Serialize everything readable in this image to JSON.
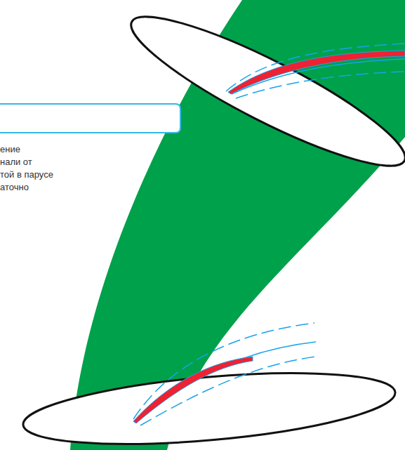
{
  "diagram": {
    "labels": [
      "ение",
      "нали от",
      "той в парусе",
      "аточно"
    ]
  }
}
